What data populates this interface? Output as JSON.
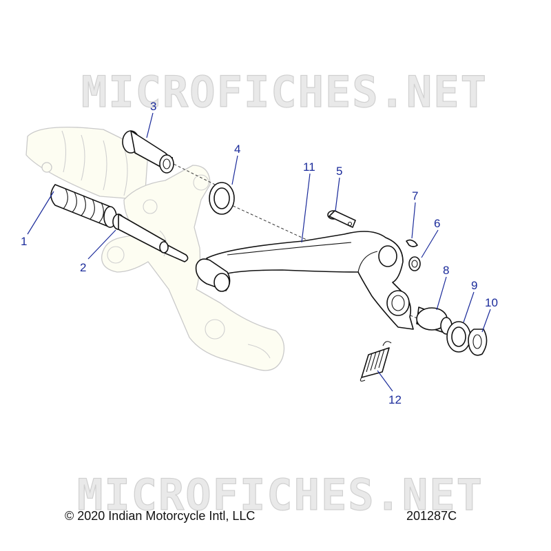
{
  "watermark": {
    "text": "MICROFICHES.NET"
  },
  "callouts": [
    {
      "id": "1",
      "label": "1"
    },
    {
      "id": "2",
      "label": "2"
    },
    {
      "id": "3",
      "label": "3"
    },
    {
      "id": "4",
      "label": "4"
    },
    {
      "id": "5",
      "label": "5"
    },
    {
      "id": "6",
      "label": "6"
    },
    {
      "id": "7",
      "label": "7"
    },
    {
      "id": "8",
      "label": "8"
    },
    {
      "id": "9",
      "label": "9"
    },
    {
      "id": "10",
      "label": "10"
    },
    {
      "id": "11",
      "label": "11"
    },
    {
      "id": "12",
      "label": "12"
    }
  ],
  "footer": {
    "copyright": "© 2020 Indian Motorcycle Intl, LLC",
    "diagram_number": "201287C"
  },
  "colors": {
    "callout": "#1a2a9a",
    "line_art": "#111111",
    "ghost_part": "#c9c9c9",
    "watermark": "#d0d0d0"
  }
}
